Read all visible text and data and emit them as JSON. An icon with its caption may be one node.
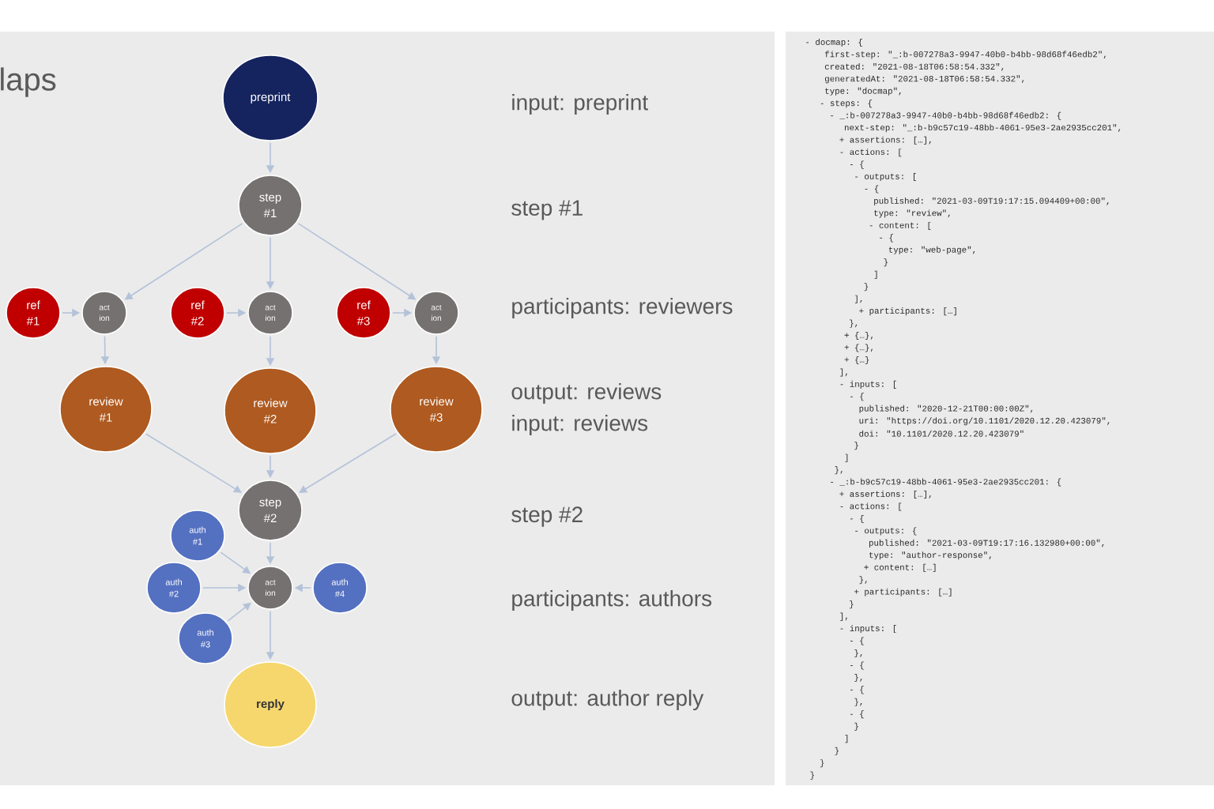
{
  "diagram": {
    "nodes": [
      {
        "text": [
          "preprint"
        ]
      },
      {
        "text": [
          "step #1"
        ]
      },
      {
        "text": [
          "ref #1"
        ]
      },
      {
        "text": [
          "act ion"
        ]
      },
      {
        "text": [
          "ref #2"
        ]
      },
      {
        "text": [
          "act ion"
        ]
      },
      {
        "text": [
          "ref #3"
        ]
      },
      {
        "text": [
          "act ion"
        ]
      },
      {
        "text": [
          "review #1"
        ]
      },
      {
        "text": [
          "review #2"
        ]
      },
      {
        "text": [
          "review #3"
        ]
      },
      {
        "text": [
          "step #2"
        ]
      },
      {
        "text": [
          "auth #1"
        ]
      },
      {
        "text": [
          "auth #2"
        ]
      },
      {
        "text": [
          "act ion"
        ]
      },
      {
        "text": [
          "auth #4"
        ]
      },
      {
        "text": [
          "auth #3"
        ]
      },
      {
        "text": [
          "reply"
        ]
      }
    ],
    "edges": [
      {
        "from": 0,
        "to": 1,
        "arrow": "to"
      },
      {
        "from": 1,
        "to": 3,
        "arrow": "to"
      },
      {
        "from": 1,
        "to": 5,
        "arrow": "to"
      },
      {
        "from": 1,
        "to": 7,
        "arrow": "to"
      },
      {
        "from": 2,
        "to": 3,
        "arrow": "to"
      },
      {
        "from": 4,
        "to": 5,
        "arrow": "to"
      },
      {
        "from": 6,
        "to": 7,
        "arrow": "to"
      },
      {
        "from": 3,
        "to": 8,
        "arrow": "to"
      },
      {
        "from": 5,
        "to": 9,
        "arrow": "to"
      },
      {
        "from": 7,
        "to": 10,
        "arrow": "to"
      },
      {
        "from": 8,
        "to": 11,
        "arrow": "to"
      },
      {
        "from": 9,
        "to": 11,
        "arrow": "to"
      },
      {
        "from": 10,
        "to": 11,
        "arrow": "to"
      },
      {
        "from": 11,
        "to": 14,
        "arrow": "to"
      },
      {
        "from": 12,
        "to": 14,
        "arrow": "to"
      },
      {
        "from": 13,
        "to": 14,
        "arrow": "to"
      },
      {
        "from": 16,
        "to": 14,
        "arrow": "to"
      },
      {
        "from": 15,
        "to": 14,
        "arrow": "to"
      },
      {
        "from": 14,
        "to": 17,
        "arrow": "to"
      }
    ],
    "labels": [
      "laps",
      "input: preprint",
      "step #1",
      "participants: reviewers",
      "output: reviews",
      "input: reviews",
      "step #2",
      "participants: authors",
      "output: author reply",
      "- docmap: {",
      "first-step: \"_:b-007278a3-9947-40b0-b4bb-98d68f46edb2\",",
      "created: \"2021-08-18T06:58:54.332\",",
      "generatedAt: \"2021-08-18T06:58:54.332\",",
      "type: \"docmap\",",
      "- steps: {",
      "- _:b-007278a3-9947-40b0-b4bb-98d68f46edb2: {",
      "next-step: \"_:b-b9c57c19-48bb-4061-95e3-2ae2935cc201\",",
      "+ assertions: […],",
      "- actions: [",
      "- {",
      "- outputs: [",
      "- {",
      "published: \"2021-03-09T19:17:15.094409+00:00\",",
      "type: \"review\",",
      "- content: [",
      "- {",
      "type: \"web-page\",",
      "}",
      "]",
      "}",
      "],",
      "+ participants: […]",
      "},",
      "+ {…},",
      "+ {…},",
      "+ {…}",
      "],",
      "- inputs: [",
      "- {",
      "published: \"2020-12-21T00:00:00Z\",",
      "uri: \"https://doi.org/10.1101/2020.12.20.423079\",",
      "doi: \"10.1101/2020.12.20.423079\"",
      "}",
      "]",
      "},",
      "- _:b-b9c57c19-48bb-4061-95e3-2ae2935cc201: {",
      "+ assertions: […],",
      "- actions: [",
      "- {",
      "- outputs: {",
      "published: \"2021-03-09T19:17:16.132980+00:00\",",
      "type: \"author-response\",",
      "+ content: […]",
      "},",
      "+ participants: […]",
      "}",
      "],",
      "- inputs: [",
      "- {",
      "},",
      "- {",
      "},",
      "- {",
      "},",
      "- {",
      "}",
      "]",
      "}",
      "}",
      "}"
    ]
  }
}
